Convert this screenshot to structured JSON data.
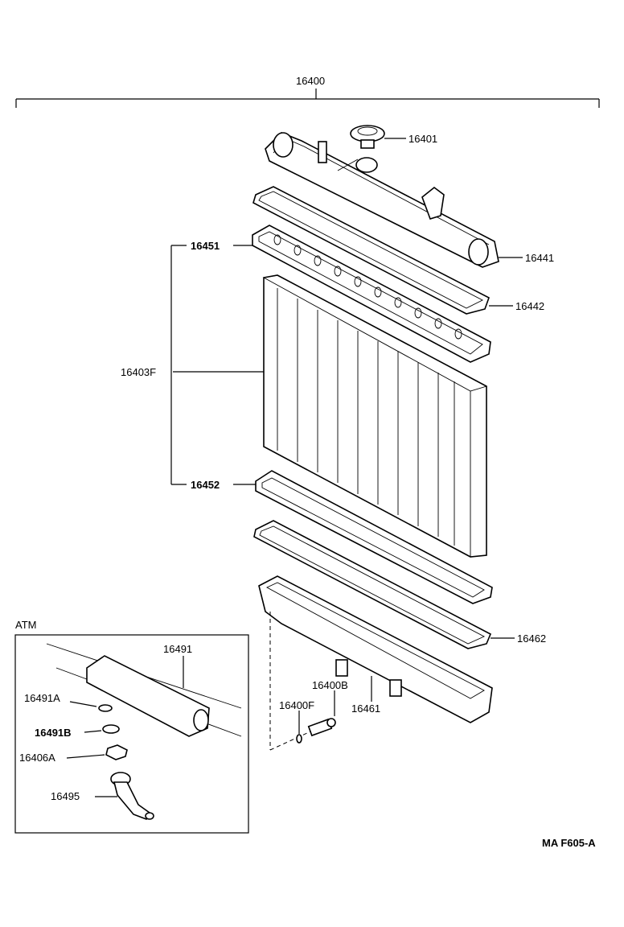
{
  "assembly": {
    "part_no": "16400"
  },
  "parts": {
    "cap": "16401",
    "upper_tank": "16441",
    "upper_gasket": "16442",
    "upper_plate": "16451",
    "core": "16403F",
    "lower_plate": "16452",
    "lower_gasket": "16462",
    "lower_tank": "16461",
    "drain_cock": "16400B",
    "drain_oring": "16400F"
  },
  "atm": {
    "title": "ATM",
    "parts": {
      "cooler_pipe": "16491",
      "gasket_a": "16491A",
      "gasket_b": "16491B",
      "nut": "16406A",
      "hose_fitting": "16495"
    }
  },
  "figure_code": "MA F605-A"
}
